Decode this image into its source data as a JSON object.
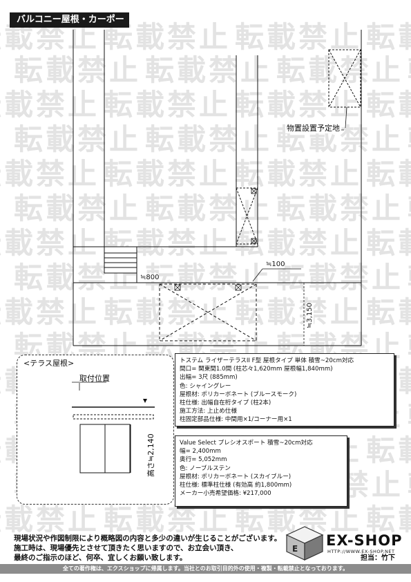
{
  "header": {
    "title": "バルコニー屋根・カーポート"
  },
  "watermark": {
    "text": "転載禁止"
  },
  "plan": {
    "storage_label": "物置設置予定地",
    "dim_800": "≒800",
    "dim_100": "≒100",
    "dim_3150": "≒3,150"
  },
  "terrace": {
    "title": "<テラス屋根>",
    "mount_label": "取付位置",
    "height_label": "高さ≒2,140"
  },
  "spec_terrace": {
    "lines": [
      "トステム ライザーテラスII F型 屋根タイプ 単体 積雪~20cm対応",
      "間口= 関東間1.0間 (柱芯々1,620mm 屋根幅1,840mm)",
      "出幅= 3尺 (885mm)",
      "色: シャイングレー",
      "屋根材: ポリカーボネート (ブルースモーク)",
      "柱仕様: 出幅自在桁タイプ (柱2本)",
      "施工方法: 上止め仕様",
      "柱固定部品仕様: 中間用×1/コーナー用×1"
    ]
  },
  "spec_carport": {
    "lines": [
      "Value Select プレシオスポート 積雪~20cm対応",
      "幅= 2,400mm",
      "奥行= 5,052mm",
      "色: ノーブルステン",
      "屋根材: ポリカーボネート (スカイブルー)",
      "柱仕様: 標準柱仕様 (有効高 約1,800mm)",
      "メーカー小売希望価格: ¥217,000"
    ]
  },
  "footer": {
    "note_lines": [
      "現場状況や作図制限により概略図の内容と多少の違いが生じることがございます。",
      "施工時は、現場優先とさせて頂きたく思いますので、お立会い頂き、",
      "最終のご指示のほど、何卒、宜しくお願い致します。"
    ],
    "logo_text": "EX-SHOP",
    "logo_url": "HTTP://WWW.EX-SHOP.NET",
    "staff": "担当：竹下",
    "copyright": "全ての著作権は、エクスショップに帰属します。当社とのお取引目的外の使用・複製・転載禁止となっております。"
  }
}
